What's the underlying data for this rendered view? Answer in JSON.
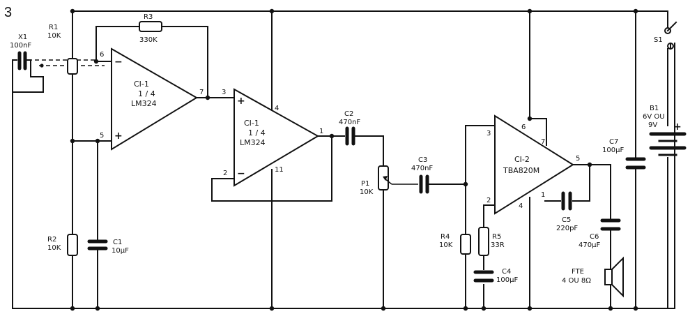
{
  "figure_number": "3",
  "components": {
    "x1": {
      "ref": "X1",
      "value": "100nF"
    },
    "r1": {
      "ref": "R1",
      "value": "10K"
    },
    "r2": {
      "ref": "R2",
      "value": "10K"
    },
    "r3": {
      "ref": "R3",
      "value": "330K"
    },
    "r4": {
      "ref": "R4",
      "value": "10K"
    },
    "r5": {
      "ref": "R5",
      "value": "33R"
    },
    "c1": {
      "ref": "C1",
      "value": "10µF"
    },
    "c2": {
      "ref": "C2",
      "value": "470nF"
    },
    "c3": {
      "ref": "C3",
      "value": "470nF"
    },
    "c4": {
      "ref": "C4",
      "value": "100µF"
    },
    "c5": {
      "ref": "C5",
      "value": "220pF"
    },
    "c6": {
      "ref": "C6",
      "value": "470µF"
    },
    "c7": {
      "ref": "C7",
      "value": "100µF"
    },
    "p1": {
      "ref": "P1",
      "value": "10K"
    },
    "s1": {
      "ref": "S1"
    },
    "b1": {
      "ref": "B1",
      "value_line1": "6V OU",
      "value_line2": "9V"
    },
    "fte": {
      "ref": "FTE",
      "value": "4 OU 8Ω"
    }
  },
  "ic1a": {
    "ref": "CI-1",
    "fraction": "1 / 4",
    "part": "LM324",
    "pins": {
      "inv": "6",
      "noninv": "5",
      "out": "7"
    },
    "signs": {
      "inv": "−",
      "noninv": "+"
    }
  },
  "ic1b": {
    "ref": "CI-1",
    "fraction": "1 / 4",
    "part": "LM324",
    "pins": {
      "noninv": "3",
      "inv": "2",
      "out": "1",
      "vcc": "4",
      "gnd": "11"
    },
    "signs": {
      "inv": "−",
      "noninv": "+"
    }
  },
  "ic2": {
    "ref": "CI-2",
    "part": "TBA820M",
    "pins": {
      "in3": "3",
      "in2": "2",
      "p6": "6",
      "p7": "7",
      "out": "5",
      "p1": "1",
      "gnd": "4"
    }
  },
  "battery_sign": "+"
}
